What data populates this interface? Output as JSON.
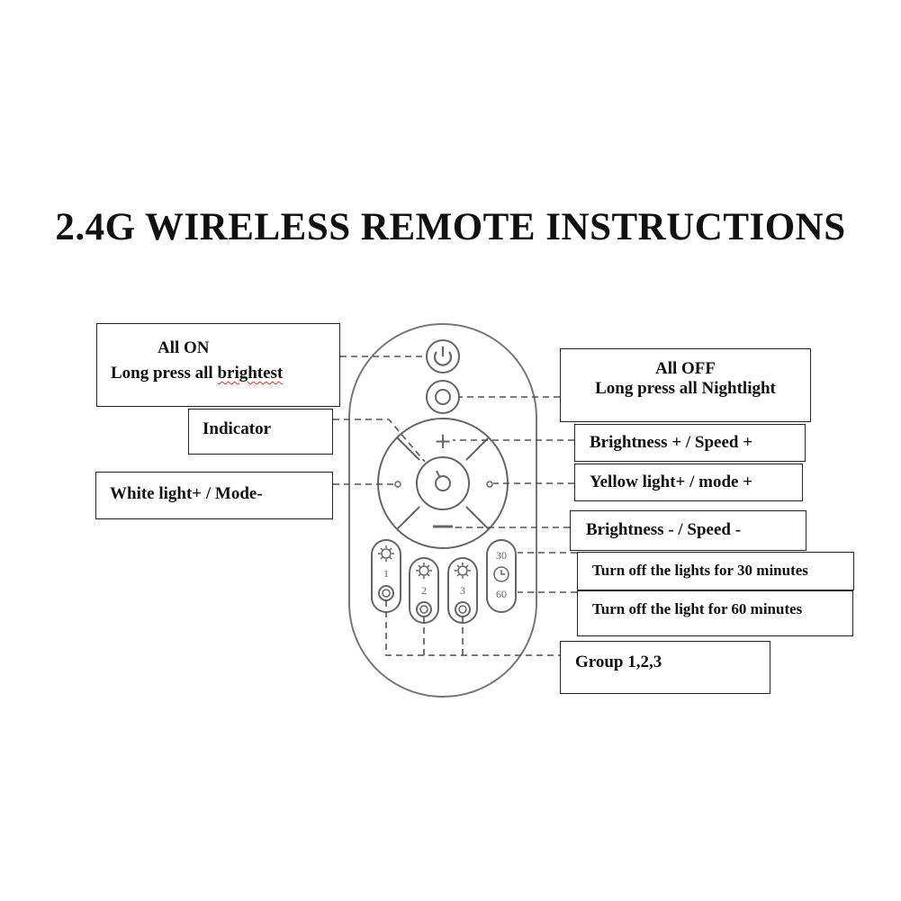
{
  "title": "2.4G WIRELESS REMOTE INSTRUCTIONS",
  "labels": {
    "all_on": {
      "heading": "All ON",
      "prefix": "Long  press  all  ",
      "underlined": "brightest"
    },
    "indicator": "Indicator",
    "white_light": "White light+ / Mode-",
    "all_off": {
      "heading": "All OFF",
      "detail": "Long press all Nightlight"
    },
    "brightness_up": "Brightness + / Speed +",
    "yellow_light": "Yellow light+ / mode +",
    "brightness_down": "Brightness - / Speed -",
    "off_30": "Turn off the lights for 30 minutes",
    "off_60": "Turn off the light for 60 minutes",
    "group": "Group 1,2,3"
  },
  "remote": {
    "plus_symbol": "+",
    "timer_30": "30",
    "timer_60": "60",
    "group_numbers": [
      "1",
      "2",
      "3"
    ]
  },
  "colors": {
    "line": "#555555",
    "remote_outline": "#777777",
    "text": "#111111"
  },
  "icons": [
    "power-icon",
    "sun-icon",
    "clock-icon"
  ]
}
